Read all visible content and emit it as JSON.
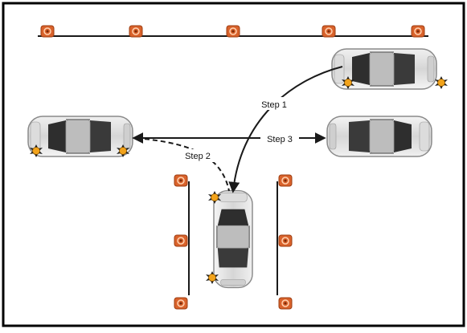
{
  "labels": {
    "step1": "Step 1",
    "step2": "Step 2",
    "step3": "Step 3"
  },
  "colors": {
    "frame": "#000000",
    "cone_fill": "#d9622b",
    "cone_ring": "#ffb07a",
    "car_body": "#e6e6e6",
    "car_glass": "#3a3a3a",
    "signal_light": "#f2a31b",
    "line": "#1a1a1a"
  },
  "icons": {
    "cone": "traffic-cone-icon",
    "car": "car-topview-icon",
    "signal": "turn-signal-icon"
  }
}
